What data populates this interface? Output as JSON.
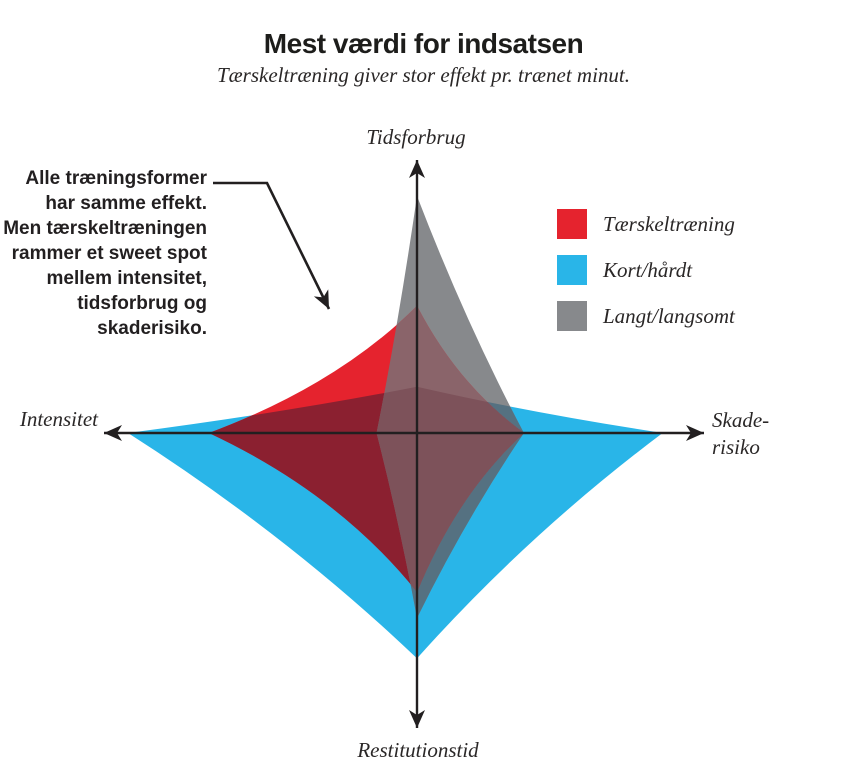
{
  "title": "Mest værdi for indsatsen",
  "subtitle": "Tærskeltræning giver stor effekt pr. trænet minut.",
  "annotation": {
    "lines": [
      "Alle træningsformer",
      "har samme effekt.",
      "Men tærskeltræningen",
      "rammer et sweet spot",
      "mellem intensitet,",
      "tidsforbrug og",
      "skaderisiko."
    ]
  },
  "legend": {
    "items": [
      {
        "label": "Tærskeltræning",
        "color": "#e5232e"
      },
      {
        "label": "Kort/hårdt",
        "color": "#29b5e8"
      },
      {
        "label": "Langt/langsomt",
        "color": "#87898c"
      }
    ]
  },
  "chart_data": {
    "type": "radar",
    "axes": [
      "Tidsforbrug",
      "Skade-risiko",
      "Restitutionstid",
      "Intensitet"
    ],
    "axis_labels": {
      "top": "Tidsforbrug",
      "right_line1": "Skade-",
      "right_line2": "risiko",
      "bottom": "Restitutionstid",
      "left": "Intensitet"
    },
    "scale": {
      "min": 0,
      "max": 100
    },
    "series": [
      {
        "name": "Kort/hårdt",
        "color": "#29b5e8",
        "values": [
          16,
          85,
          78,
          100
        ]
      },
      {
        "name": "Langt/langsomt",
        "color": "#87898c",
        "values": [
          82,
          37,
          64,
          14
        ]
      },
      {
        "name": "Tærskeltræning",
        "color": "#e5232e",
        "values": [
          44,
          37,
          55,
          72
        ]
      }
    ],
    "overlap_colors": {
      "gray_over_blue": "#557181",
      "red_over_blue": "#8b2030",
      "red_over_gray": "#8a646a",
      "red_over_gray_over_blue": "#7d525a"
    },
    "axis_color": "#221f20",
    "grid": false,
    "legend_position": "right"
  }
}
